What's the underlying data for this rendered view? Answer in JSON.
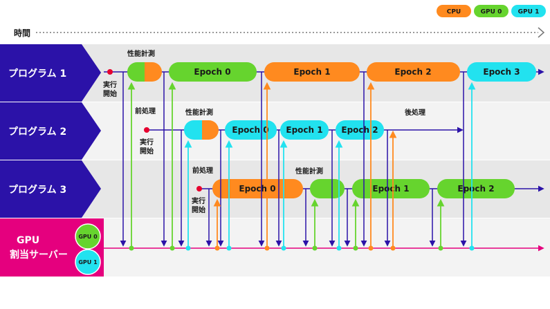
{
  "colors": {
    "cpu": "#ff8a1f",
    "gpu0": "#66d42e",
    "gpu1": "#22e2ef",
    "lane": "#2b12a8",
    "server": "#e5007e",
    "arrow": "#2b12a8",
    "gpuArrow": "#e5007e",
    "rowA": "#e7e7e7",
    "rowB": "#f3f3f3"
  },
  "legend": [
    "CPU",
    "GPU 0",
    "GPU 1"
  ],
  "timeline_label": "時間",
  "lanes": [
    "プログラム 1",
    "プログラム 2",
    "プログラム 3"
  ],
  "server": {
    "line1": "GPU",
    "line2": "割当サーバー",
    "gpu0": "GPU 0",
    "gpu1": "GPU 1"
  },
  "labels": {
    "perf": "性能計測",
    "pre": "前処理",
    "start1": "実行",
    "start2": "開始",
    "post": "後処理"
  },
  "epochs": {
    "p1": [
      "Epoch 0",
      "Epoch 1",
      "Epoch 2",
      "Epoch 3"
    ],
    "p2": [
      "Epoch 0",
      "Epoch 1",
      "Epoch 2"
    ],
    "p3": [
      "Epoch 0",
      "Epoch 1",
      "Epoch 2"
    ]
  }
}
